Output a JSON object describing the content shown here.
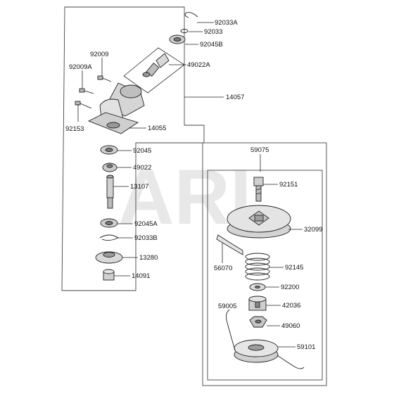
{
  "watermark": "ARI",
  "labels": {
    "p92033A": "92033A",
    "p92033": "92033",
    "p92045B": "92045B",
    "p92009": "92009",
    "p92009A": "92009A",
    "p49022A": "49022A",
    "p14057": "14057",
    "p92153": "92153",
    "p14055": "14055",
    "p92045": "92045",
    "p49022": "49022",
    "p13107": "13107",
    "p92045A": "92045A",
    "p92033B": "92033B",
    "p13280": "13280",
    "p14091": "14091",
    "p59075": "59075",
    "p92151": "92151",
    "p32099": "32099",
    "p56070": "56070",
    "p92145": "92145",
    "p92200": "92200",
    "p59005": "59005",
    "p42036": "42036",
    "p49060": "49060",
    "p59101": "59101"
  }
}
